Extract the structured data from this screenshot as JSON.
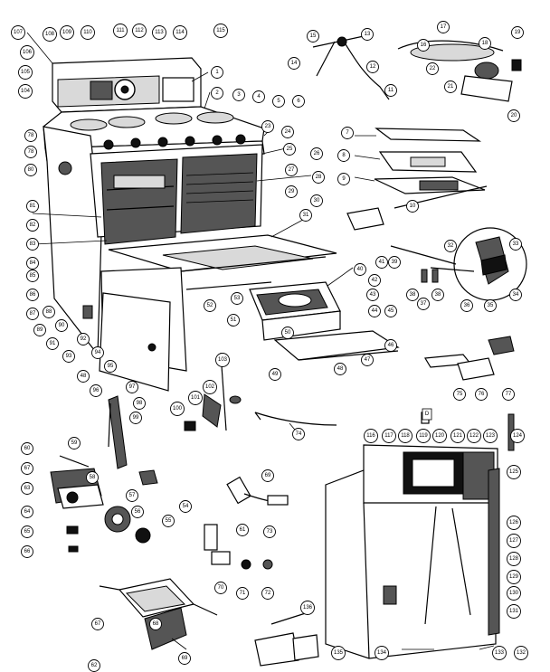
{
  "reference": "D",
  "callouts": [
    {
      "id": "1",
      "label": "1"
    },
    {
      "id": "2",
      "label": "2"
    },
    {
      "id": "3",
      "label": "3"
    },
    {
      "id": "4",
      "label": "4"
    },
    {
      "id": "5",
      "label": "5"
    },
    {
      "id": "6",
      "label": "6"
    },
    {
      "id": "7",
      "label": "7"
    },
    {
      "id": "8",
      "label": "8"
    },
    {
      "id": "9",
      "label": "9"
    },
    {
      "id": "10",
      "label": "10"
    },
    {
      "id": "11",
      "label": "11"
    },
    {
      "id": "12",
      "label": "12"
    },
    {
      "id": "13",
      "label": "13"
    },
    {
      "id": "14",
      "label": "14"
    },
    {
      "id": "15",
      "label": "15"
    },
    {
      "id": "16",
      "label": "16"
    },
    {
      "id": "17",
      "label": "17"
    },
    {
      "id": "18",
      "label": "18"
    },
    {
      "id": "19",
      "label": "19"
    },
    {
      "id": "20",
      "label": "20"
    },
    {
      "id": "21",
      "label": "21"
    },
    {
      "id": "22",
      "label": "22"
    },
    {
      "id": "23",
      "label": "23"
    },
    {
      "id": "24",
      "label": "24"
    },
    {
      "id": "25",
      "label": "25"
    },
    {
      "id": "26",
      "label": "26"
    },
    {
      "id": "27",
      "label": "27"
    },
    {
      "id": "28",
      "label": "28"
    },
    {
      "id": "29",
      "label": "29"
    },
    {
      "id": "30",
      "label": "30"
    },
    {
      "id": "31",
      "label": "31"
    },
    {
      "id": "32",
      "label": "32"
    },
    {
      "id": "33",
      "label": "33"
    },
    {
      "id": "34",
      "label": "34"
    },
    {
      "id": "35",
      "label": "35"
    },
    {
      "id": "36",
      "label": "36"
    },
    {
      "id": "37",
      "label": "37"
    },
    {
      "id": "38a",
      "label": "38"
    },
    {
      "id": "38b",
      "label": "38"
    },
    {
      "id": "39",
      "label": "39"
    },
    {
      "id": "40",
      "label": "40"
    },
    {
      "id": "41",
      "label": "41"
    },
    {
      "id": "42",
      "label": "42"
    },
    {
      "id": "43",
      "label": "43"
    },
    {
      "id": "44",
      "label": "44"
    },
    {
      "id": "45",
      "label": "45"
    },
    {
      "id": "46",
      "label": "46"
    },
    {
      "id": "47",
      "label": "47"
    },
    {
      "id": "48a",
      "label": "48"
    },
    {
      "id": "48b",
      "label": "48"
    },
    {
      "id": "49",
      "label": "49"
    },
    {
      "id": "50",
      "label": "50"
    },
    {
      "id": "51",
      "label": "51"
    },
    {
      "id": "52",
      "label": "52"
    },
    {
      "id": "53",
      "label": "53"
    },
    {
      "id": "54",
      "label": "54"
    },
    {
      "id": "55",
      "label": "55"
    },
    {
      "id": "56",
      "label": "56"
    },
    {
      "id": "57",
      "label": "57"
    },
    {
      "id": "58",
      "label": "58"
    },
    {
      "id": "59",
      "label": "59"
    },
    {
      "id": "60",
      "label": "60"
    },
    {
      "id": "61",
      "label": "61"
    },
    {
      "id": "62",
      "label": "62"
    },
    {
      "id": "63",
      "label": "63"
    },
    {
      "id": "64",
      "label": "64"
    },
    {
      "id": "65",
      "label": "65"
    },
    {
      "id": "66",
      "label": "66"
    },
    {
      "id": "67a",
      "label": "67"
    },
    {
      "id": "67b",
      "label": "67"
    },
    {
      "id": "68",
      "label": "68"
    },
    {
      "id": "69a",
      "label": "69"
    },
    {
      "id": "69b",
      "label": "69"
    },
    {
      "id": "70",
      "label": "70"
    },
    {
      "id": "71",
      "label": "71"
    },
    {
      "id": "72",
      "label": "72"
    },
    {
      "id": "73",
      "label": "73"
    },
    {
      "id": "74",
      "label": "74"
    },
    {
      "id": "75",
      "label": "75"
    },
    {
      "id": "76",
      "label": "76"
    },
    {
      "id": "77",
      "label": "77"
    },
    {
      "id": "78a",
      "label": "78"
    },
    {
      "id": "78b",
      "label": "78"
    },
    {
      "id": "80",
      "label": "80"
    },
    {
      "id": "81",
      "label": "81"
    },
    {
      "id": "82",
      "label": "82"
    },
    {
      "id": "83",
      "label": "83"
    },
    {
      "id": "84",
      "label": "84"
    },
    {
      "id": "85",
      "label": "85"
    },
    {
      "id": "86",
      "label": "86"
    },
    {
      "id": "87",
      "label": "87"
    },
    {
      "id": "88",
      "label": "88"
    },
    {
      "id": "89",
      "label": "89"
    },
    {
      "id": "90",
      "label": "90"
    },
    {
      "id": "91",
      "label": "91"
    },
    {
      "id": "92",
      "label": "92"
    },
    {
      "id": "93",
      "label": "93"
    },
    {
      "id": "94",
      "label": "94"
    },
    {
      "id": "95",
      "label": "95"
    },
    {
      "id": "96",
      "label": "96"
    },
    {
      "id": "97",
      "label": "97"
    },
    {
      "id": "98",
      "label": "98"
    },
    {
      "id": "99",
      "label": "99"
    },
    {
      "id": "100",
      "label": "100"
    },
    {
      "id": "101",
      "label": "101"
    },
    {
      "id": "102",
      "label": "102"
    },
    {
      "id": "103",
      "label": "103"
    },
    {
      "id": "104",
      "label": "104"
    },
    {
      "id": "105",
      "label": "105"
    },
    {
      "id": "106",
      "label": "106"
    },
    {
      "id": "107",
      "label": "107"
    },
    {
      "id": "108",
      "label": "108"
    },
    {
      "id": "109",
      "label": "109"
    },
    {
      "id": "110",
      "label": "110"
    },
    {
      "id": "111",
      "label": "111"
    },
    {
      "id": "112",
      "label": "112"
    },
    {
      "id": "113",
      "label": "113"
    },
    {
      "id": "114",
      "label": "114"
    },
    {
      "id": "115",
      "label": "115"
    },
    {
      "id": "116",
      "label": "116"
    },
    {
      "id": "117",
      "label": "117"
    },
    {
      "id": "118",
      "label": "118"
    },
    {
      "id": "119",
      "label": "119"
    },
    {
      "id": "120",
      "label": "120"
    },
    {
      "id": "121",
      "label": "121"
    },
    {
      "id": "122",
      "label": "122"
    },
    {
      "id": "123",
      "label": "123"
    },
    {
      "id": "124",
      "label": "124"
    },
    {
      "id": "125",
      "label": "125"
    },
    {
      "id": "126",
      "label": "126"
    },
    {
      "id": "127",
      "label": "127"
    },
    {
      "id": "128",
      "label": "128"
    },
    {
      "id": "129",
      "label": "129"
    },
    {
      "id": "130",
      "label": "130"
    },
    {
      "id": "131",
      "label": "131"
    },
    {
      "id": "132",
      "label": "132"
    },
    {
      "id": "133",
      "label": "133"
    },
    {
      "id": "134",
      "label": "134"
    },
    {
      "id": "135",
      "label": "135"
    },
    {
      "id": "136",
      "label": "136"
    }
  ]
}
